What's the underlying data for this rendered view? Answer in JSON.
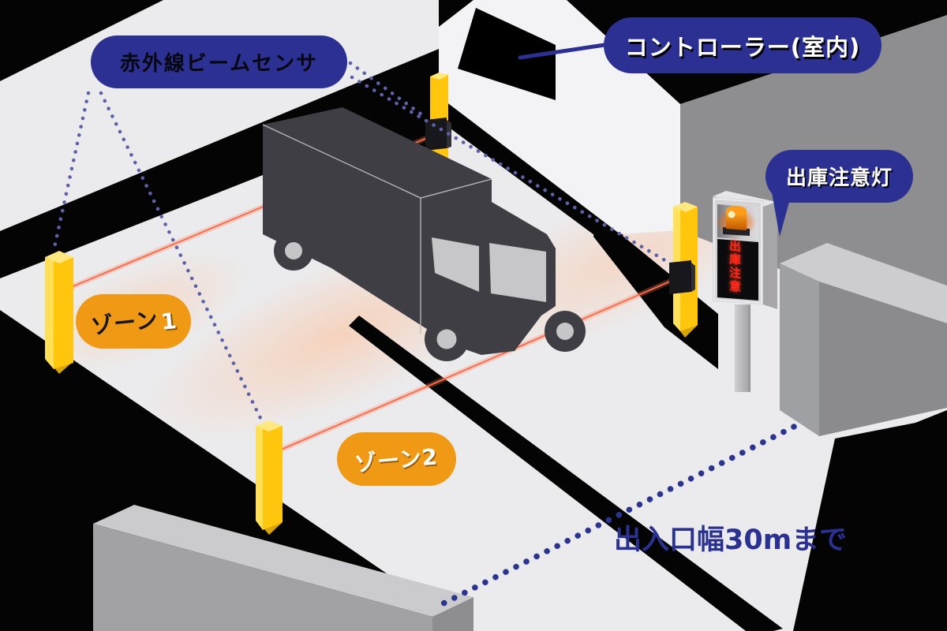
{
  "diagram": {
    "labels": {
      "sensor": "赤外線ビームセンサ",
      "controller": "コントローラー(室内)",
      "caution_light": "出庫注意灯",
      "zone1_text": "ゾーン",
      "zone1_num": "1",
      "zone2": "ゾーン2",
      "gate_width": "出入口幅30mまで",
      "device_sign": "出庫注意"
    },
    "colors": {
      "label_navy": "#2b3092",
      "label_orange": "#f09914",
      "beam_red": "#ff6a4a",
      "connector_dot_blue": "#5c62a9",
      "measure_dot_navy": "#2b3590",
      "post_yellow": "#ffc60d",
      "truck_gray": "#3e3e44",
      "device_sign_red": "#ff2517"
    }
  }
}
